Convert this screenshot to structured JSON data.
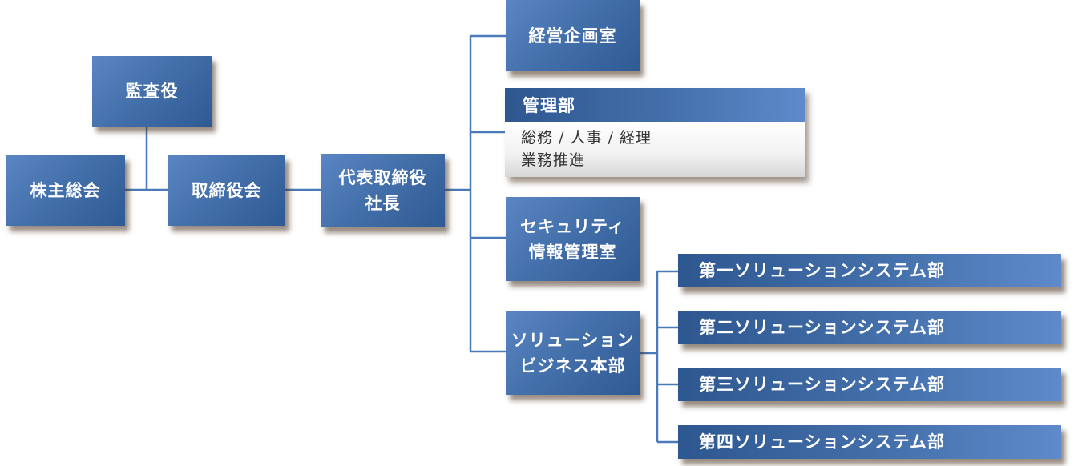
{
  "colors": {
    "box": "#4470ab",
    "line": "#4a7ab8",
    "shadow": "#5a3a22"
  },
  "nodes": {
    "auditor": "監査役",
    "shareholders": "株主総会",
    "board": "取締役会",
    "ceo": [
      "代表取締役",
      "社長"
    ],
    "planning": "経営企画室",
    "management": {
      "title": "管理部",
      "items": [
        "総務 / 人事 / 経理",
        "業務推進"
      ]
    },
    "security": [
      "セキュリティ",
      "情報管理室"
    ],
    "solution": [
      "ソリューション",
      "ビジネス本部"
    ],
    "departments": [
      "第一ソリューションシステム部",
      "第二ソリューションシステム部",
      "第三ソリューションシステム部",
      "第四ソリューションシステム部"
    ]
  }
}
